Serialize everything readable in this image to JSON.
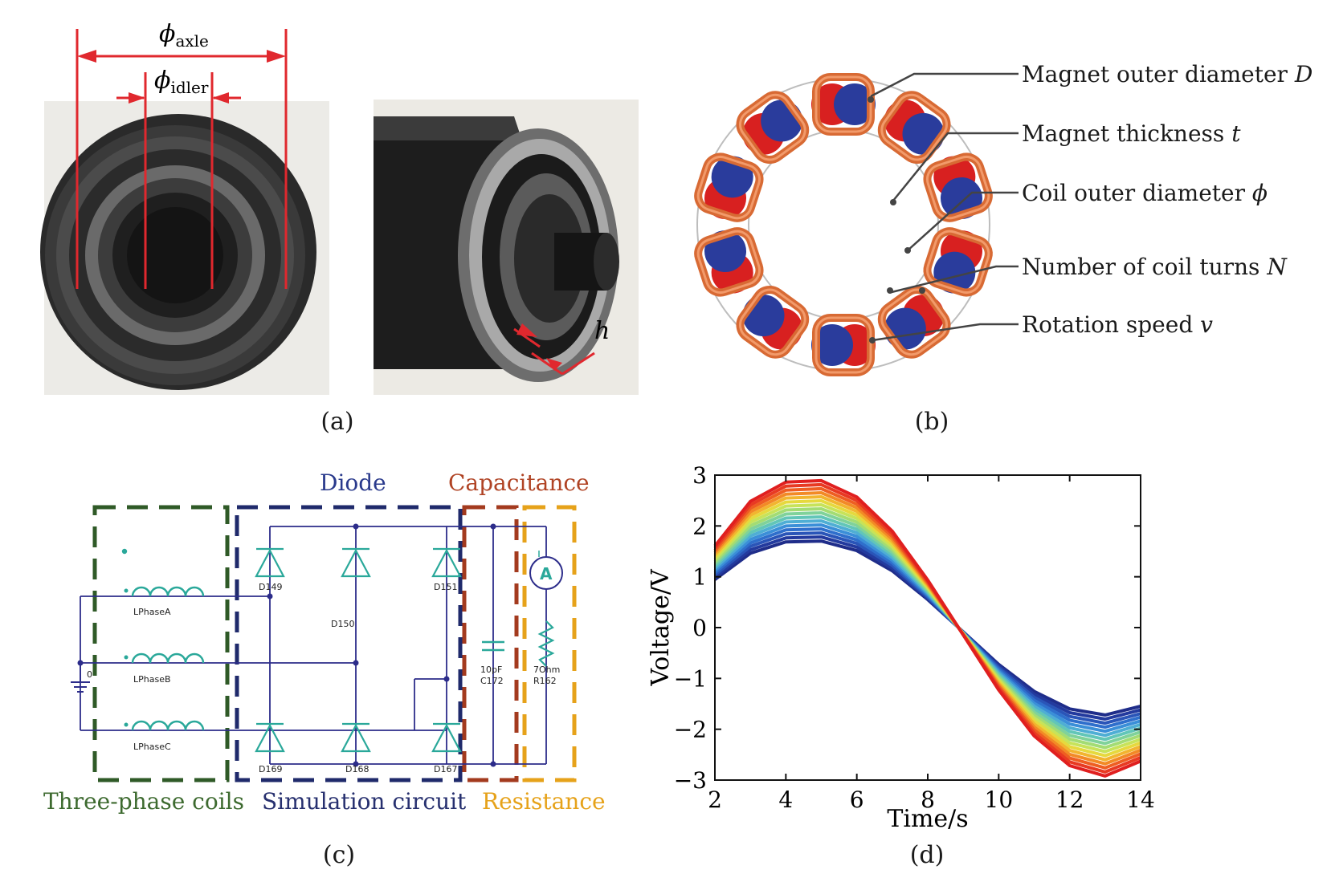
{
  "panel_a": {
    "label_axle_symbol": "ϕ",
    "label_axle_sub": "axle",
    "label_idler_symbol": "ϕ",
    "label_idler_sub": "idler",
    "label_h": "h",
    "caption": "(a)"
  },
  "panel_b": {
    "callouts": [
      {
        "text": "Magnet outer diameter ",
        "var": "D"
      },
      {
        "text": "Magnet thickness ",
        "var": "t"
      },
      {
        "text": "Coil outer diameter ",
        "var": "ϕ"
      },
      {
        "text": "Number of coil turns ",
        "var": "N"
      },
      {
        "text": "Rotation speed ",
        "var": "v"
      }
    ],
    "caption": "(b)"
  },
  "panel_c": {
    "region_labels": {
      "diode": "Diode",
      "capacitance": "Capacitance",
      "three_phase": "Three-phase coils",
      "simulation": "Simulation circuit",
      "resistance": "Resistance"
    },
    "components": {
      "coil_a": "LPhaseA",
      "coil_b": "LPhaseB",
      "coil_c": "LPhaseC",
      "d149": "D149",
      "d150": "D150",
      "d151": "D151",
      "d169": "D169",
      "d168": "D168",
      "d167": "D167",
      "cap_value": "10pF",
      "cap_name": "C172",
      "res_value": "7Ohm",
      "res_name": "R162",
      "ground": "0"
    },
    "colors": {
      "three_phase": "#2f5a27",
      "simulation": "#1f2a6b",
      "capacitance": "#a33a1e",
      "resistance": "#e6a21a",
      "component": "#2aa89a",
      "wire": "#2c2c8a"
    },
    "caption": "(c)"
  },
  "panel_d": {
    "caption": "(d)",
    "chart_data": {
      "type": "line",
      "xlabel": "Time/s",
      "ylabel": "Voltage/V",
      "xlim": [
        2,
        14
      ],
      "ylim": [
        -3,
        3
      ],
      "xticks": [
        2,
        4,
        6,
        8,
        10,
        12,
        14
      ],
      "yticks": [
        3,
        2,
        1,
        0,
        -1,
        -2,
        -3
      ],
      "x": [
        2,
        3,
        4,
        5,
        6,
        7,
        8,
        9,
        10,
        11,
        12,
        13,
        14
      ],
      "series_shape": [
        0.55,
        0.85,
        0.98,
        0.99,
        0.88,
        0.65,
        0.32,
        -0.05,
        -0.42,
        -0.73,
        -0.93,
        -1.0,
        -0.9
      ],
      "series_amplitudes": [
        1.72,
        1.8,
        1.88,
        1.96,
        2.04,
        2.12,
        2.2,
        2.28,
        2.36,
        2.44,
        2.52,
        2.6,
        2.68,
        2.76,
        2.84,
        2.92
      ],
      "series_colors": [
        "#1f2d8a",
        "#233a9e",
        "#2a55b8",
        "#2f6fcc",
        "#3b8fd8",
        "#4faed4",
        "#62c6b8",
        "#80d29a",
        "#a3dc74",
        "#c7e35a",
        "#e6d93e",
        "#f2b52f",
        "#f28a26",
        "#ee5e22",
        "#e83a22",
        "#e01f1f"
      ]
    }
  }
}
